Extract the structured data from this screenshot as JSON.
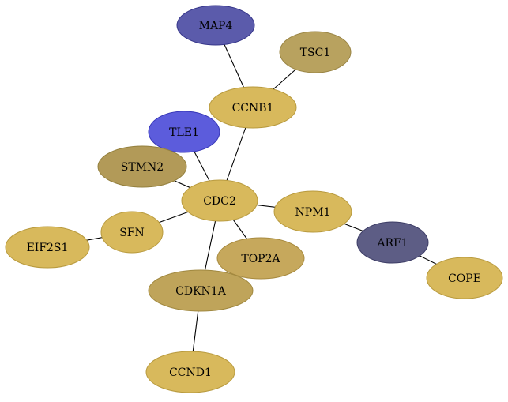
{
  "graph": {
    "nodes": [
      {
        "id": "MAP4",
        "label": "MAP4",
        "fill": "#5b5bab",
        "stroke": "#36368a"
      },
      {
        "id": "TSC1",
        "label": "TSC1",
        "fill": "#b8a25f",
        "stroke": "#9a8545"
      },
      {
        "id": "CCNB1",
        "label": "CCNB1",
        "fill": "#d8b95c",
        "stroke": "#b89a3e"
      },
      {
        "id": "TLE1",
        "label": "TLE1",
        "fill": "#5c5cdc",
        "stroke": "#3838b8"
      },
      {
        "id": "STMN2",
        "label": "STMN2",
        "fill": "#b29a58",
        "stroke": "#94803e"
      },
      {
        "id": "CDC2",
        "label": "CDC2",
        "fill": "#d8b95c",
        "stroke": "#b89a3e"
      },
      {
        "id": "NPM1",
        "label": "NPM1",
        "fill": "#d8b95c",
        "stroke": "#b89a3e"
      },
      {
        "id": "SFN",
        "label": "SFN",
        "fill": "#d8b95c",
        "stroke": "#b89a3e"
      },
      {
        "id": "EIF2S1",
        "label": "EIF2S1",
        "fill": "#d8b95c",
        "stroke": "#b89a3e"
      },
      {
        "id": "TOP2A",
        "label": "TOP2A",
        "fill": "#c6a85c",
        "stroke": "#a88b40"
      },
      {
        "id": "ARF1",
        "label": "ARF1",
        "fill": "#5d5d85",
        "stroke": "#3d3d66"
      },
      {
        "id": "COPE",
        "label": "COPE",
        "fill": "#d8b95c",
        "stroke": "#b89a3e"
      },
      {
        "id": "CDKN1A",
        "label": "CDKN1A",
        "fill": "#bfa45a",
        "stroke": "#a0883f"
      },
      {
        "id": "CCND1",
        "label": "CCND1",
        "fill": "#d8b95c",
        "stroke": "#b89a3e"
      }
    ],
    "edges": [
      [
        "MAP4",
        "CCNB1"
      ],
      [
        "TSC1",
        "CCNB1"
      ],
      [
        "CCNB1",
        "CDC2"
      ],
      [
        "TLE1",
        "CDC2"
      ],
      [
        "STMN2",
        "CDC2"
      ],
      [
        "CDC2",
        "NPM1"
      ],
      [
        "CDC2",
        "SFN"
      ],
      [
        "SFN",
        "EIF2S1"
      ],
      [
        "CDC2",
        "TOP2A"
      ],
      [
        "CDC2",
        "CDKN1A"
      ],
      [
        "NPM1",
        "ARF1"
      ],
      [
        "ARF1",
        "COPE"
      ],
      [
        "CDKN1A",
        "CCND1"
      ]
    ]
  }
}
